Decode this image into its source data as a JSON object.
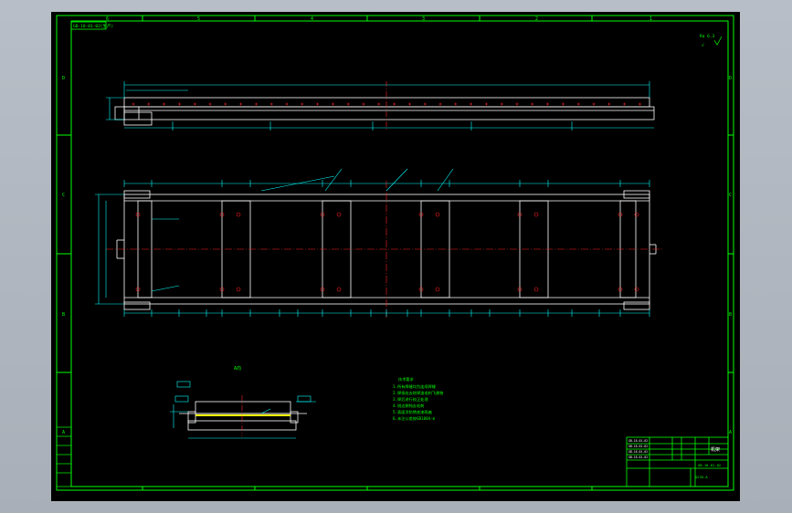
{
  "colors": {
    "background": "#000000",
    "frame": "#00ff00",
    "outline": "#ffffff",
    "dimension": "#00ffff",
    "centerline": "#ff2020",
    "notes": "#00ff00",
    "hatch": "#ffff00"
  },
  "border": {
    "zone_letters": [
      "D",
      "C",
      "B",
      "A"
    ],
    "zone_numbers": [
      "1",
      "2",
      "3",
      "4",
      "5",
      "6"
    ]
  },
  "drawing": {
    "top_left_label": "GB-18-01-02(生产)",
    "roughness_mark": "Ra 6.3",
    "section_title": "A向",
    "notes_title": "技术要求",
    "notes": [
      "1.所有焊缝均为连续焊缝",
      "2.焊接处去除焊渣毛刺飞溅物",
      "3.焊后进行校正处理",
      "4.锐边倒钝去毛刺",
      "5.表面涂防锈底漆两遍",
      "6.未注公差按GB1804-m"
    ]
  },
  "title_block": {
    "title": "机架",
    "drawing_no": "GB-18-01-02",
    "material": "Q235-A"
  }
}
